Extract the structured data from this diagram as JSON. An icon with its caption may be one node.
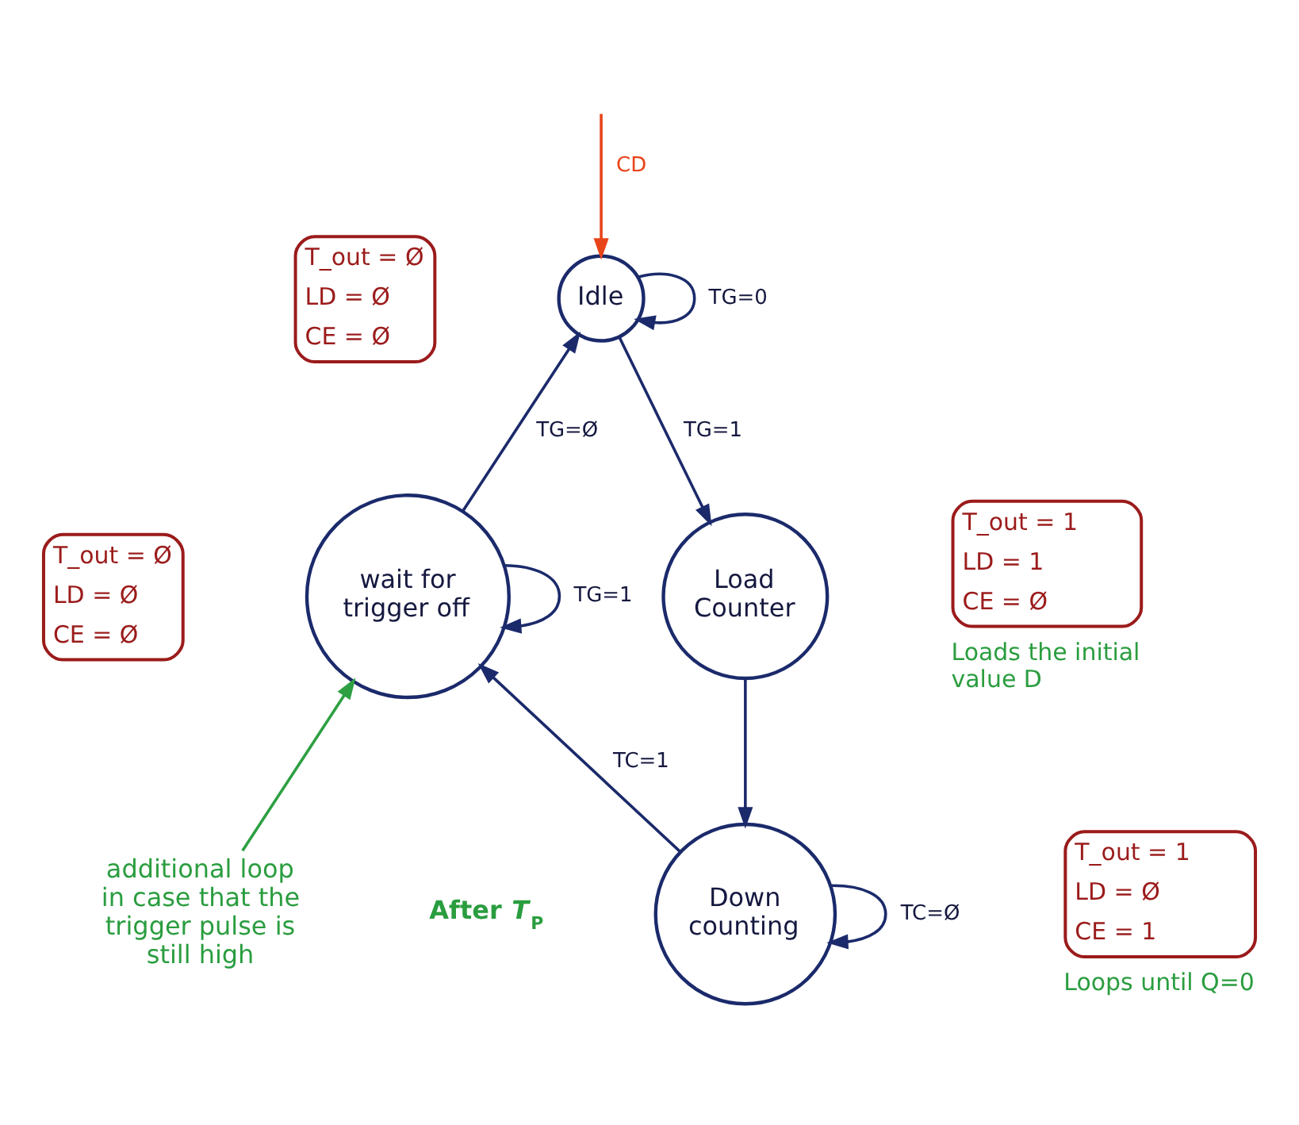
{
  "diagram": {
    "nodes": [
      {
        "text": [
          "Idle"
        ],
        "beside": [
          "T_out = Ø",
          "LD = Ø",
          "CE = Ø"
        ]
      },
      {
        "text": [
          "Load Counter"
        ],
        "beside": [
          "T_out = 1",
          "LD = 1",
          "CE = Ø",
          "Loads the initial value D"
        ]
      },
      {
        "text": [
          "Down counting"
        ],
        "beside": [
          "T_out = 1",
          "LD = Ø",
          "CE = 1",
          "Loops until Q=0"
        ]
      },
      {
        "text": [
          "wait for trigger off"
        ],
        "beside": [
          "T_out = Ø",
          "LD = Ø",
          "CE = Ø"
        ]
      },
      {
        "text": [
          "additional loop in case that the trigger pulse is still high"
        ]
      }
    ],
    "edges": [
      {
        "from": null,
        "to": 0,
        "arrow": "to",
        "label": "CD",
        "color": "#e8441a"
      },
      {
        "from": 0,
        "to": 0,
        "arrow": "to",
        "label": "TG=0"
      },
      {
        "from": 0,
        "to": 1,
        "arrow": "to",
        "label": "TG=1"
      },
      {
        "from": 1,
        "to": 2,
        "arrow": "to"
      },
      {
        "from": 2,
        "to": 2,
        "arrow": "to",
        "label": "TC=Ø"
      },
      {
        "from": 2,
        "to": 3,
        "arrow": "to",
        "label": "TC=1"
      },
      {
        "from": 3,
        "to": 3,
        "arrow": "to",
        "label": "TG=1"
      },
      {
        "from": 3,
        "to": 0,
        "arrow": "to",
        "label": "TG=Ø"
      },
      {
        "from": 4,
        "to": 3,
        "arrow": "to",
        "color": "#2ea043"
      }
    ],
    "labels": [
      "After *T*$_{P}$"
    ]
  }
}
